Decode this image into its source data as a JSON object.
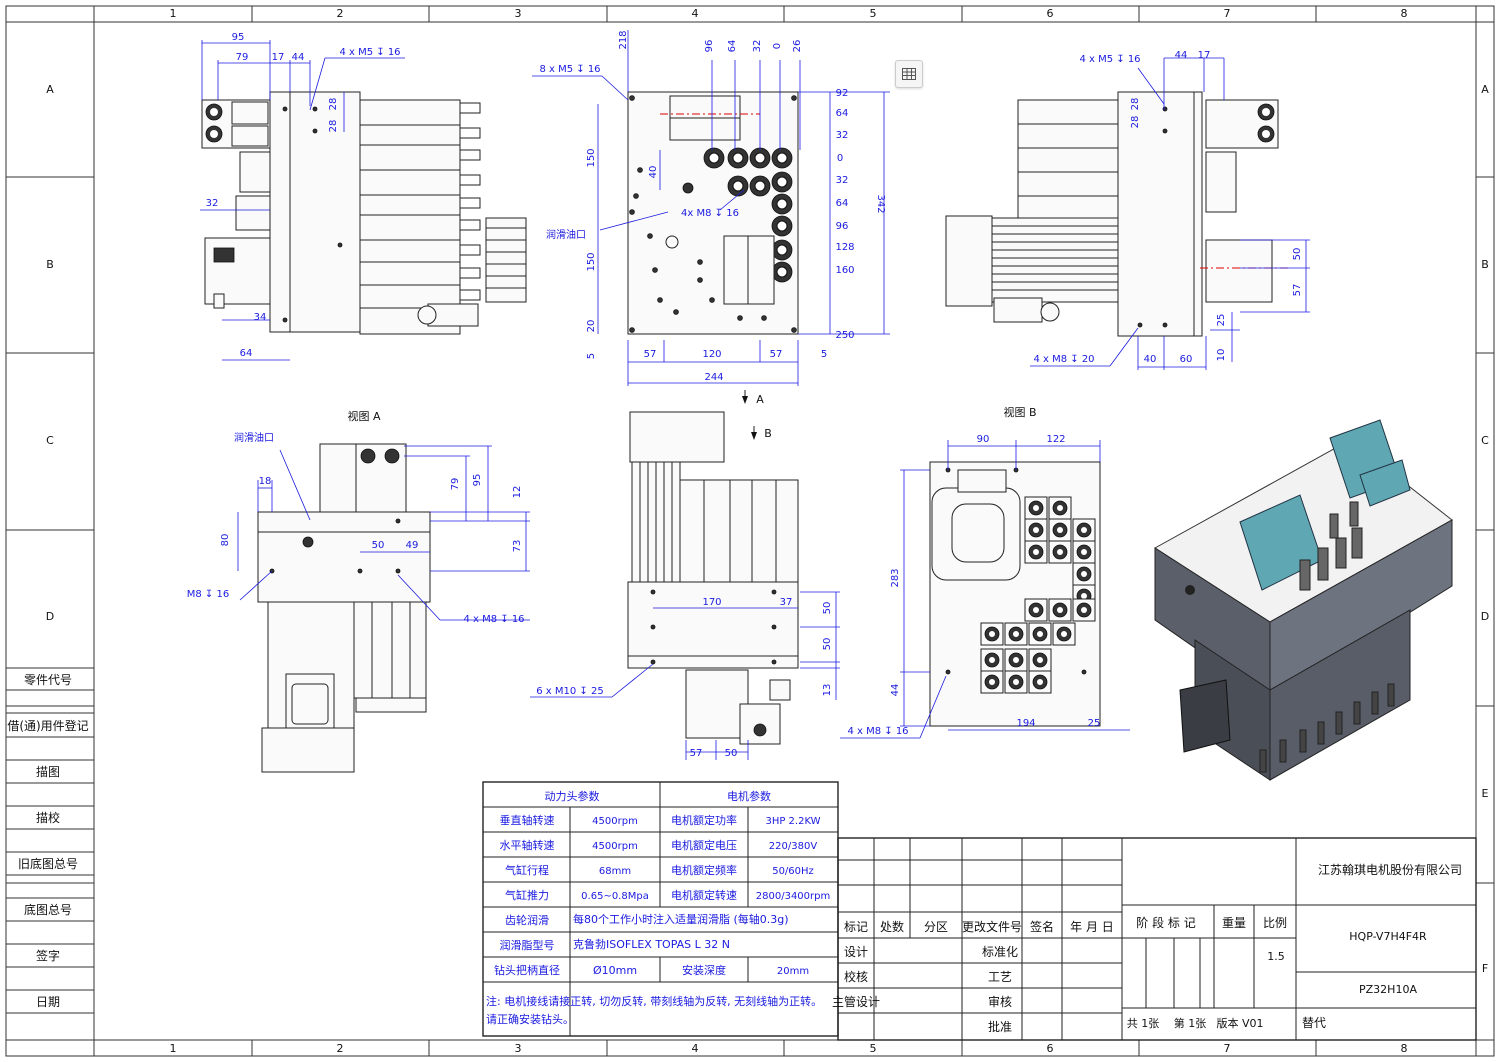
{
  "grid": {
    "columns": [
      "1",
      "2",
      "3",
      "4",
      "5",
      "6",
      "7",
      "8"
    ],
    "rows": [
      "A",
      "B",
      "C",
      "D",
      "E",
      "F"
    ]
  },
  "left_stamp": [
    "零件代号",
    "借(通)用件登记",
    "描图",
    "描校",
    "旧底图总号",
    "底图总号",
    "签字",
    "日期"
  ],
  "views": {
    "view_a_label": "视图 A",
    "view_b_label": "视图 B",
    "arrow_a": "A",
    "arrow_b": "B",
    "lube_port": "润滑油口",
    "lube_port_2": "润滑油口"
  },
  "dimensions": {
    "left_top": [
      "95",
      "79",
      "17",
      "44",
      "28",
      "28",
      "32",
      "34",
      "64"
    ],
    "left_top_note": "4 x  M5 ↧ 16",
    "center_top": [
      "218",
      "96",
      "64",
      "32",
      "0",
      "26"
    ],
    "center_top_note": "8 x  M5 ↧ 16",
    "center_right": [
      "92",
      "64",
      "32",
      "0",
      "32",
      "64",
      "96",
      "128",
      "160",
      "250"
    ],
    "center_left": [
      "150",
      "40",
      "150",
      "20",
      "5"
    ],
    "center_note": "4x M8 ↧ 16",
    "center_bottom": [
      "57",
      "120",
      "57",
      "5",
      "244"
    ],
    "center_height": "342",
    "right_top_note": "4 x  M5 ↧ 16",
    "right_top": [
      "44",
      "17",
      "28",
      "28"
    ],
    "right_mid": [
      "50",
      "57",
      "25",
      "10"
    ],
    "right_bottom_note": "4 x  M8 ↧ 20",
    "right_bottom": [
      "40",
      "60"
    ],
    "view_a": [
      "18",
      "80",
      "79",
      "95",
      "12",
      "73",
      "50",
      "49"
    ],
    "view_a_note_left": "M8 ↧ 16",
    "view_a_note_right": "4 x  M8 ↧ 16",
    "center_lower": [
      "170",
      "37",
      "50",
      "50",
      "13",
      "57",
      "50"
    ],
    "center_lower_note": "6 x  M10 ↧ 25",
    "view_b": [
      "90",
      "122",
      "283",
      "44",
      "194",
      "25"
    ],
    "view_b_note": "4 x  M8 ↧ 16"
  },
  "param_table": {
    "head_left": "动力头参数",
    "head_right": "电机参数",
    "rows": [
      {
        "k1": "垂直轴转速",
        "v1": "4500rpm",
        "k2": "电机额定功率",
        "v2": "3HP  2.2KW"
      },
      {
        "k1": "水平轴转速",
        "v1": "4500rpm",
        "k2": "电机额定电压",
        "v2": "220/380V"
      },
      {
        "k1": "气缸行程",
        "v1": "68mm",
        "k2": "电机额定频率",
        "v2": "50/60Hz"
      },
      {
        "k1": "气缸推力",
        "v1": "0.65~0.8Mpa",
        "k2": "电机额定转速",
        "v2": "2800/3400rpm"
      }
    ],
    "gear_k": "齿轮润滑",
    "gear_v": "每80个工作小时注入适量润滑脂 (每轴0.3g)",
    "grease_k": "润滑脂型号",
    "grease_v": "克鲁勃ISOFLEX TOPAS L 32 N",
    "shank_k": "钻头把柄直径",
    "shank_v": "Ø10mm",
    "depth_k": "安装深度",
    "depth_v": "20mm",
    "note1": "注: 电机接线请接正转, 切勿反转, 带刻线轴为反转, 无刻线轴为正转。",
    "note2": "请正确安装钻头。"
  },
  "title_block": {
    "company": "江苏翰琪电机股份有限公司",
    "drawing_name": "HQP-V7H4F4R",
    "drawing_no": "PZ32H10A",
    "scale": "1.5",
    "labels": {
      "mark": "标记",
      "count": "处数",
      "zone": "分区",
      "change": "更改文件号",
      "sign": "签名",
      "date": "年 月 日",
      "design": "设计",
      "check": "校核",
      "chief": "主管设计",
      "std": "标准化",
      "tech": "工艺",
      "review": "审核",
      "approve": "批准",
      "stage": "阶 段 标 记",
      "weight": "重量",
      "ratio": "比例",
      "sheets": "共 1张",
      "sheet": "第 1张",
      "version": "版本  V01",
      "replace": "替代"
    }
  }
}
